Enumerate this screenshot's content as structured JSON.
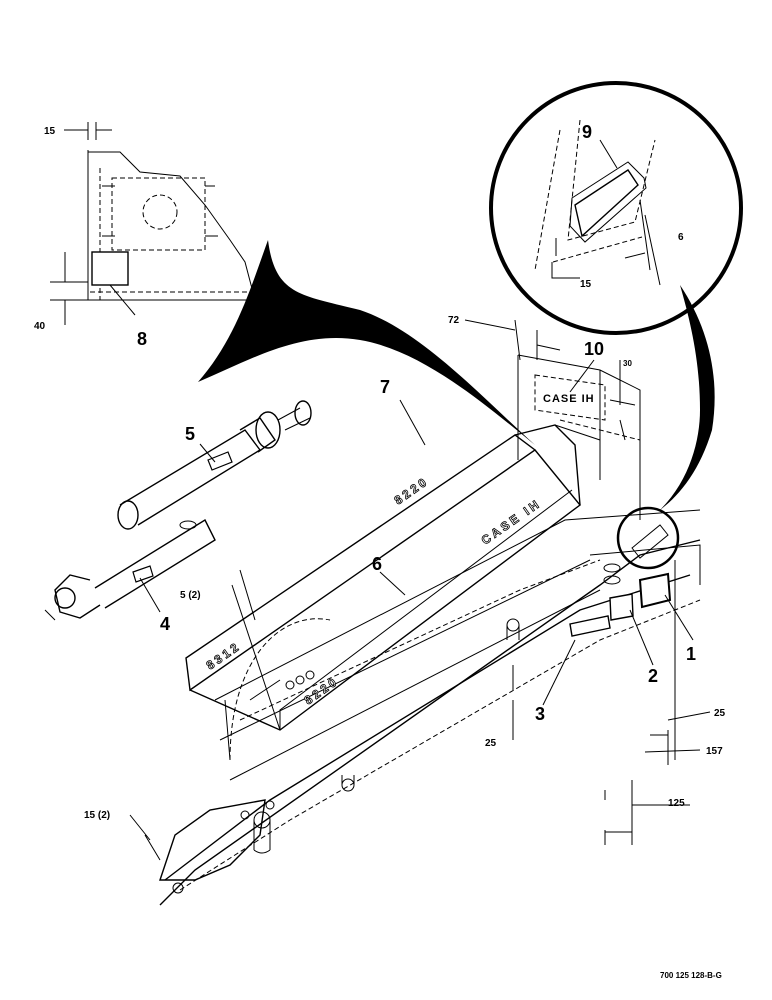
{
  "callouts": {
    "c1": "1",
    "c2": "2",
    "c3": "3",
    "c4": "4",
    "c5": "5",
    "c6": "6",
    "c7": "7",
    "c8": "8",
    "c9": "9",
    "c10": "10"
  },
  "dimensions": {
    "d15_top": "15",
    "d40": "40",
    "d72": "72",
    "d30": "30",
    "d6_detail": "6",
    "d15_detail": "15",
    "d5_2": "5 (2)",
    "d25_right": "25",
    "d25_left": "25",
    "d157": "157",
    "d125": "125",
    "d15_2": "15 (2)"
  },
  "decals": {
    "case_ih_front": "CASE IH",
    "case_ih_panel": "CASE IH",
    "model_8220": "8220",
    "model_8312": "8312"
  },
  "drawing_code": "700 125 128-B-G"
}
